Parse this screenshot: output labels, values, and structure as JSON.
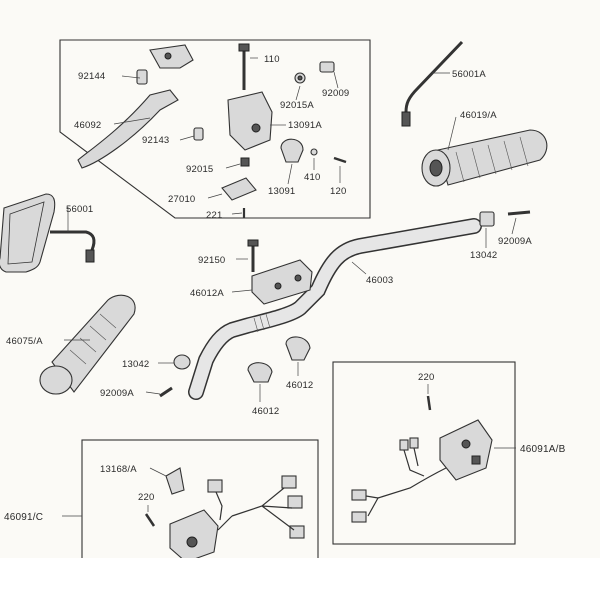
{
  "parts": {
    "p92144": "92144",
    "p110": "110",
    "p56001A": "56001A",
    "p92009_top": "92009",
    "p92015A": "92015A",
    "p46092": "46092",
    "p92143": "92143",
    "p13091A": "13091A",
    "p46019A": "46019/A",
    "p92015": "92015",
    "p410": "410",
    "p13091": "13091",
    "p120": "120",
    "p27010": "27010",
    "p221": "221",
    "p56001": "56001",
    "p92009A_right": "92009A",
    "p13042_right": "13042",
    "p92150": "92150",
    "p46003": "46003",
    "p46012A": "46012A",
    "p46075A": "46075/A",
    "p13042_left": "13042",
    "p92009A_left": "92009A",
    "p46012_left": "46012",
    "p46012_right": "46012",
    "p220_right": "220",
    "p46091AB": "46091A/B",
    "p13168A": "13168/A",
    "p220_bottom": "220",
    "p46091C": "46091/C"
  }
}
